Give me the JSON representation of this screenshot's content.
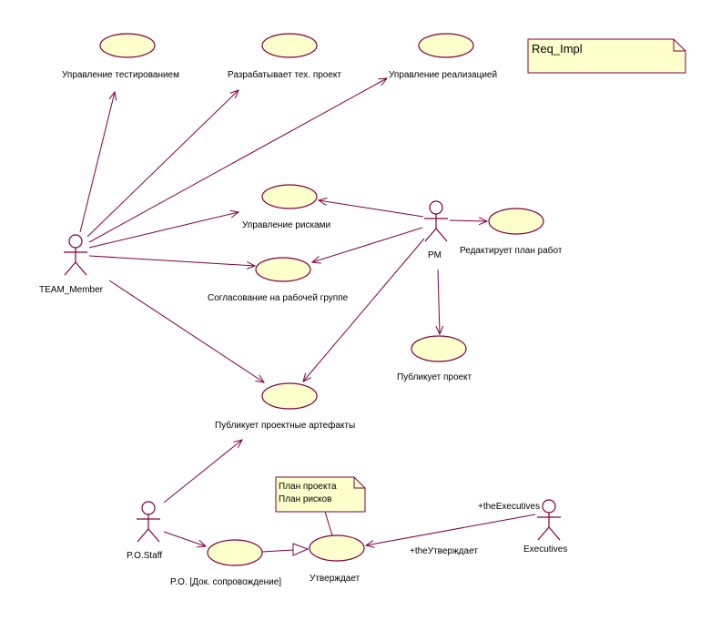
{
  "package_note": {
    "label": "Req_Impl"
  },
  "use_cases": {
    "testing": "Управление тестированием",
    "tech_project": "Разрабатывает тех. проект",
    "implementation": "Управление реализацией",
    "risks": "Управление рисками",
    "work_plan": "Редактирует план работ",
    "agreement": "Согласование на рабочей группе",
    "publish_project": "Публикует проект",
    "publish_artifacts": "Публикует проектные артефакты",
    "doc_support": "P.O. [Док. сопровождение]",
    "approves": "Утверждает"
  },
  "actors": {
    "team_member": "TEAM_Member",
    "pm": "PM",
    "po_staff": "P.O.Staff",
    "executives": "Executives"
  },
  "note": {
    "line1": "План проекта",
    "line2": "План рисков"
  },
  "roles": {
    "the_executives": "+theExecutives",
    "the_approves": "+theУтверждает"
  }
}
